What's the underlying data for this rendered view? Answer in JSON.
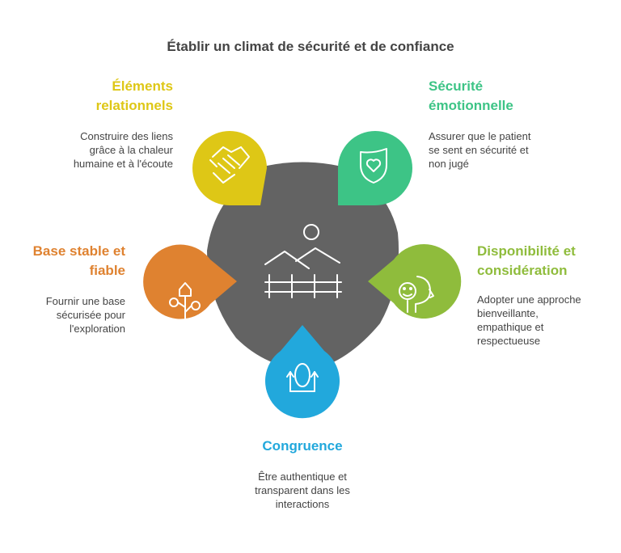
{
  "title": "Établir un climat de sécurité et de confiance",
  "colors": {
    "center": "#636363",
    "relationnels": "#DEC716",
    "emotionnelle": "#3DC486",
    "disponibilite": "#8FBC3C",
    "congruence": "#22A8DC",
    "base": "#DF8230",
    "text": "#444444"
  },
  "center_icon": "landscape-fence-icon",
  "sections": {
    "relationnels": {
      "heading": [
        "Éléments",
        "relationnels"
      ],
      "description": [
        "Construire des liens",
        "grâce à la chaleur",
        "humaine et à l'écoute"
      ],
      "icon": "handshake-icon"
    },
    "emotionnelle": {
      "heading": [
        "Sécurité",
        "émotionnelle"
      ],
      "description": [
        "Assurer que le patient",
        "se sent en sécurité et",
        "non jugé"
      ],
      "icon": "shield-heart-icon"
    },
    "disponibilite": {
      "heading": [
        "Disponibilité et",
        "considération"
      ],
      "description": [
        "Adopter une approche",
        "bienveillante,",
        "empathique et",
        "respectueuse"
      ],
      "icon": "head-smile-icon"
    },
    "congruence": {
      "heading": [
        "Congruence"
      ],
      "description": [
        "Être authentique et",
        "transparent dans les",
        "interactions"
      ],
      "icon": "mirror-icon"
    },
    "base": {
      "heading": [
        "Base stable et",
        "fiable"
      ],
      "description": [
        "Fournir une base",
        "sécurisée pour",
        "l'exploration"
      ],
      "icon": "house-tree-icon"
    }
  }
}
